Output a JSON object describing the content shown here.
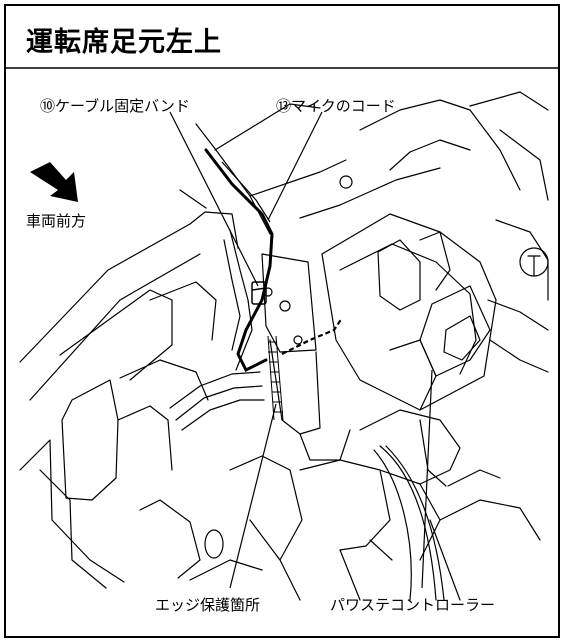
{
  "title": "運転席足元左上",
  "callouts": {
    "cable_band": "⑩ケーブル固定バンド",
    "mic_cord": "⑬マイクのコード",
    "front_direction": "車両前方",
    "edge_protection": "エッジ保護箇所",
    "power_controller": "パワステコントローラー"
  }
}
